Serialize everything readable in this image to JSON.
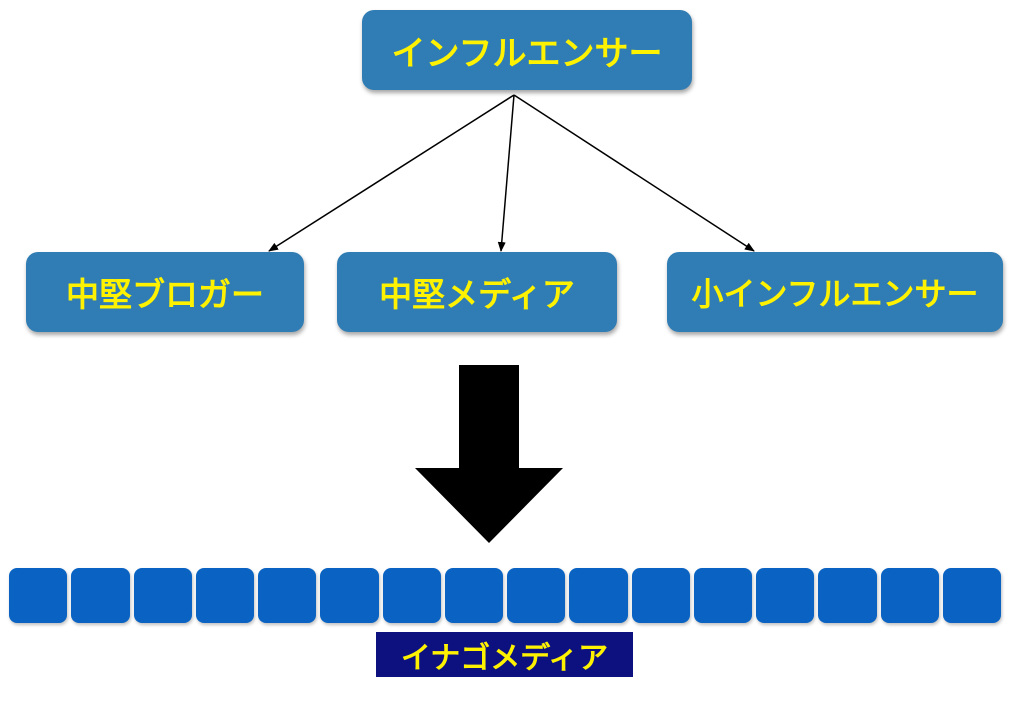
{
  "diagram": {
    "top_node": {
      "label": "インフルエンサー"
    },
    "child_nodes": [
      {
        "label": "中堅ブロガー"
      },
      {
        "label": "中堅メディア"
      },
      {
        "label": "小インフルエンサー"
      }
    ],
    "result": {
      "label": "イナゴメディア",
      "block_count": 16
    }
  },
  "colors": {
    "node_fill": "#2f7db4",
    "node_text": "#fff200",
    "block_fill": "#0a63c2",
    "result_label_bg": "#0d1180",
    "arrow": "#000000"
  }
}
